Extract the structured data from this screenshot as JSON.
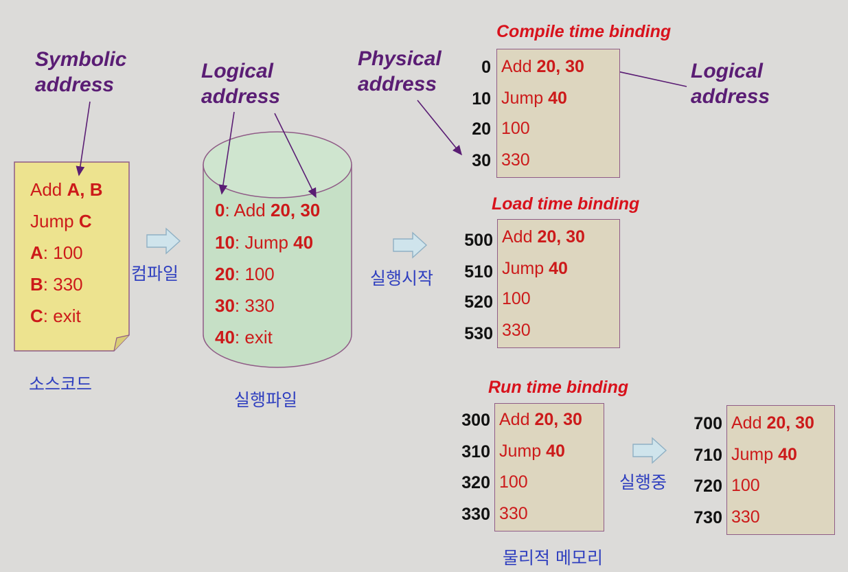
{
  "labels": {
    "symbolic": [
      "Symbolic",
      "address"
    ],
    "logical_mid": [
      "Logical",
      "address"
    ],
    "physical": [
      "Physical",
      "address"
    ],
    "logical_right": [
      "Logical",
      "address"
    ]
  },
  "source": {
    "caption": "소스코드",
    "lines": [
      {
        "pre": "Add ",
        "bold": "A, B",
        "post": ""
      },
      {
        "pre": "Jump ",
        "bold": "C",
        "post": ""
      },
      {
        "pre": "",
        "bold": "A",
        "post": ": 100"
      },
      {
        "pre": "",
        "bold": "B",
        "post": ": 330"
      },
      {
        "pre": "",
        "bold": "C",
        "post": ": exit"
      }
    ]
  },
  "arrows": {
    "compile": "컴파일",
    "start": "실행시작",
    "running": "실행중"
  },
  "executable": {
    "caption": "실행파일",
    "lines": [
      {
        "addr": "0",
        "text": ": Add  ",
        "bold": "20, 30"
      },
      {
        "addr": "10",
        "text": ": Jump ",
        "bold": "40"
      },
      {
        "addr": "20",
        "text": ": 100",
        "bold": ""
      },
      {
        "addr": "30",
        "text": ": 330",
        "bold": ""
      },
      {
        "addr": "40",
        "text": ": exit",
        "bold": ""
      }
    ]
  },
  "instructions": [
    {
      "op": "Add  ",
      "arg": "20, 30"
    },
    {
      "op": "Jump ",
      "arg": "40"
    },
    {
      "op": "100",
      "arg": ""
    },
    {
      "op": "330",
      "arg": ""
    }
  ],
  "compile_binding": {
    "title": "Compile time binding",
    "addrs": [
      "0",
      "10",
      "20",
      "30"
    ]
  },
  "load_binding": {
    "title": "Load time binding",
    "addrs": [
      "500",
      "510",
      "520",
      "530"
    ]
  },
  "run_binding": {
    "title": "Run time binding",
    "before_addrs": [
      "300",
      "310",
      "320",
      "330"
    ],
    "after_addrs": [
      "700",
      "710",
      "720",
      "730"
    ]
  },
  "physical_memory_caption": "물리적 메모리"
}
